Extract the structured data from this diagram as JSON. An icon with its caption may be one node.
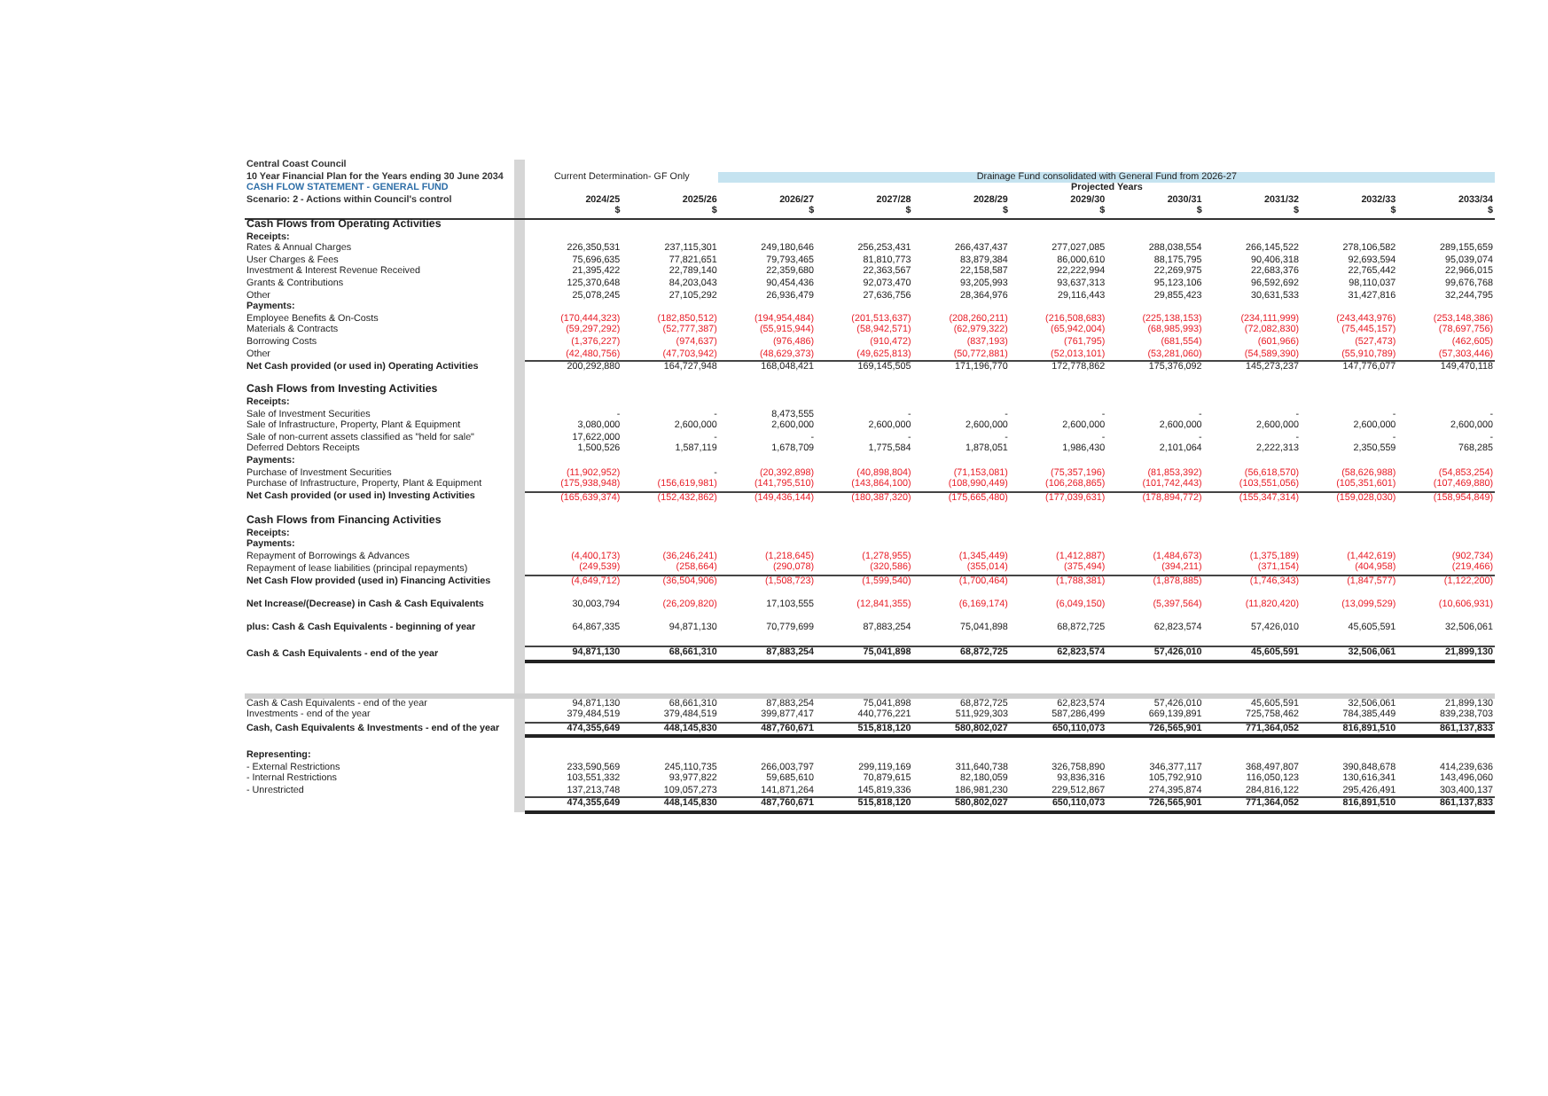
{
  "diagram": {
    "labels": [
      "Central Coast Council",
      "10 Year Financial Plan for the Years ending 30 June 2034",
      "Current Determination- GF Only",
      "Drainage Fund consolidated with General Fund from 2026-27",
      "CASH FLOW STATEMENT - GENERAL FUND",
      "Projected Years",
      "Scenario: 2 - Actions within Council's control",
      "2024/25",
      "2025/26",
      "2026/27",
      "2027/28",
      "2028/29",
      "2029/30",
      "2030/31",
      "2031/32",
      "2032/33",
      "2033/34",
      "$",
      "$",
      "$",
      "$",
      "$",
      "$",
      "$",
      "$",
      "$",
      "$",
      "Cash Flows from Operating Activities",
      "Receipts:",
      "Rates & Annual Charges",
      "226,350,531",
      "237,115,301",
      "249,180,646",
      "256,253,431",
      "266,437,437",
      "277,027,085",
      "288,038,554",
      "266,145,522",
      "278,106,582",
      "289,155,659",
      "User Charges & Fees",
      "75,696,635",
      "77,821,651",
      "79,793,465",
      "81,810,773",
      "83,879,384",
      "86,000,610",
      "88,175,795",
      "90,406,318",
      "92,693,594",
      "95,039,074",
      "Investment & Interest Revenue Received",
      "21,395,422",
      "22,789,140",
      "22,359,680",
      "22,363,567",
      "22,158,587",
      "22,222,994",
      "22,269,975",
      "22,683,376",
      "22,765,442",
      "22,966,015",
      "Grants & Contributions",
      "125,370,648",
      "84,203,043",
      "90,454,436",
      "92,073,470",
      "93,205,993",
      "93,637,313",
      "95,123,106",
      "96,592,692",
      "98,110,037",
      "99,676,768",
      "Other",
      "25,078,245",
      "27,105,292",
      "26,936,479",
      "27,636,756",
      "28,364,976",
      "29,116,443",
      "29,855,423",
      "30,631,533",
      "31,427,816",
      "32,244,795",
      "Payments:",
      "Employee Benefits & On-Costs",
      "(170,444,323)",
      "(182,850,512)",
      "(194,954,484)",
      "(201,513,637)",
      "(208,260,211)",
      "(216,508,683)",
      "(225,138,153)",
      "(234,111,999)",
      "(243,443,976)",
      "(253,148,386)",
      "Materials & Contracts",
      "(59,297,292)",
      "(52,777,387)",
      "(55,915,944)",
      "(58,942,571)",
      "(62,979,322)",
      "(65,942,004)",
      "(68,985,993)",
      "(72,082,830)",
      "(75,445,157)",
      "(78,697,756)",
      "Borrowing Costs",
      "(1,376,227)",
      "(974,637)",
      "(976,486)",
      "(910,472)",
      "(837,193)",
      "(761,795)",
      "(681,554)",
      "(601,966)",
      "(527,473)",
      "(462,605)",
      "Other",
      "(42,480,756)",
      "(47,703,942)",
      "(48,629,373)",
      "(49,625,813)",
      "(50,772,881)",
      "(52,013,101)",
      "(53,281,060)",
      "(54,589,390)",
      "(55,910,789)",
      "(57,303,446)",
      "Net Cash provided (or used in) Operating Activities",
      "200,292,880",
      "164,727,948",
      "168,048,421",
      "169,145,505",
      "171,196,770",
      "172,778,862",
      "175,376,092",
      "145,273,237",
      "147,776,077",
      "149,470,118",
      "Cash Flows from Investing Activities",
      "Receipts:",
      "Sale of Investment Securities",
      "-",
      "-",
      "8,473,555",
      "-",
      "-",
      "-",
      "-",
      "-",
      "-",
      "-",
      "Sale of Infrastructure, Property, Plant & Equipment",
      "3,080,000",
      "2,600,000",
      "2,600,000",
      "2,600,000",
      "2,600,000",
      "2,600,000",
      "2,600,000",
      "2,600,000",
      "2,600,000",
      "2,600,000",
      "Sale of non-current assets classified as \"held for sale\"",
      "17,622,000",
      "-",
      "-",
      "-",
      "-",
      "-",
      "-",
      "-",
      "-",
      "-",
      "Deferred Debtors Receipts",
      "1,500,526",
      "1,587,119",
      "1,678,709",
      "1,775,584",
      "1,878,051",
      "1,986,430",
      "2,101,064",
      "2,222,313",
      "2,350,559",
      "768,285",
      "Payments:",
      "Purchase of Investment Securities",
      "(11,902,952)",
      "-",
      "(20,392,898)",
      "(40,898,804)",
      "(71,153,081)",
      "(75,357,196)",
      "(81,853,392)",
      "(56,618,570)",
      "(58,626,988)",
      "(54,853,254)",
      "Purchase of Infrastructure, Property, Plant & Equipment",
      "(175,938,948)",
      "(156,619,981)",
      "(141,795,510)",
      "(143,864,100)",
      "(108,990,449)",
      "(106,268,865)",
      "(101,742,443)",
      "(103,551,056)",
      "(105,351,601)",
      "(107,469,880)",
      "Net Cash provided (or used in) Investing Activities",
      "(165,639,374)",
      "(152,432,862)",
      "(149,436,144)",
      "(180,387,320)",
      "(175,665,480)",
      "(177,039,631)",
      "(178,894,772)",
      "(155,347,314)",
      "(159,028,030)",
      "(158,954,849)",
      "Cash Flows from Financing Activities",
      "Receipts:",
      "Payments:",
      "Repayment of Borrowings & Advances",
      "(4,400,173)",
      "(36,246,241)",
      "(1,218,645)",
      "(1,278,955)",
      "(1,345,449)",
      "(1,412,887)",
      "(1,484,673)",
      "(1,375,189)",
      "(1,442,619)",
      "(902,734)",
      "Repayment of lease liabilities (principal repayments)",
      "(249,539)",
      "(258,664)",
      "(290,078)",
      "(320,586)",
      "(355,014)",
      "(375,494)",
      "(394,211)",
      "(371,154)",
      "(404,958)",
      "(219,466)",
      "Net Cash Flow provided (used in) Financing Activities",
      "(4,649,712)",
      "(36,504,906)",
      "(1,508,723)",
      "(1,599,540)",
      "(1,700,464)",
      "(1,788,381)",
      "(1,878,885)",
      "(1,746,343)",
      "(1,847,577)",
      "(1,122,200)",
      "Net Increase/(Decrease) in Cash & Cash Equivalents",
      "30,003,794",
      "(26,209,820)",
      "17,103,555",
      "(12,841,355)",
      "(6,169,174)",
      "(6,049,150)",
      "(5,397,564)",
      "(11,820,420)",
      "(13,099,529)",
      "(10,606,931)",
      "plus: Cash & Cash Equivalents - beginning of year",
      "64,867,335",
      "94,871,130",
      "70,779,699",
      "87,883,254",
      "75,041,898",
      "68,872,725",
      "62,823,574",
      "57,426,010",
      "45,605,591",
      "32,506,061",
      "Cash & Cash Equivalents - end of the year",
      "94,871,130",
      "68,661,310",
      "87,883,254",
      "75,041,898",
      "68,872,725",
      "62,823,574",
      "57,426,010",
      "45,605,591",
      "32,506,061",
      "21,899,130",
      "Cash & Cash Equivalents - end of the year",
      "94,871,130",
      "68,661,310",
      "87,883,254",
      "75,041,898",
      "68,872,725",
      "62,823,574",
      "57,426,010",
      "45,605,591",
      "32,506,061",
      "21,899,130",
      "Investments - end of the year",
      "379,484,519",
      "379,484,519",
      "399,877,417",
      "440,776,221",
      "511,929,303",
      "587,286,499",
      "669,139,891",
      "725,758,462",
      "784,385,449",
      "839,238,703",
      "Cash, Cash Equivalents & Investments - end of the year",
      "474,355,649",
      "448,145,830",
      "487,760,671",
      "515,818,120",
      "580,802,027",
      "650,110,073",
      "726,565,901",
      "771,364,052",
      "816,891,510",
      "861,137,833",
      "Representing:",
      "- External Restrictions",
      "233,590,569",
      "245,110,735",
      "266,003,797",
      "299,119,169",
      "311,640,738",
      "326,758,890",
      "346,377,117",
      "368,497,807",
      "390,848,678",
      "414,239,636",
      "- Internal Restrictions",
      "103,551,332",
      "93,977,822",
      "59,685,610",
      "70,879,615",
      "82,180,059",
      "93,836,316",
      "105,792,910",
      "116,050,123",
      "130,616,341",
      "143,496,060",
      "- Unrestricted",
      "137,213,748",
      "109,057,273",
      "141,871,264",
      "145,819,336",
      "186,981,230",
      "229,512,867",
      "274,395,874",
      "284,816,122",
      "295,426,491",
      "303,400,137",
      "474,355,649",
      "448,145,830",
      "487,760,671",
      "515,818,120",
      "580,802,027",
      "650,110,073",
      "726,565,901",
      "771,364,052",
      "816,891,510",
      "861,137,833"
    ]
  }
}
